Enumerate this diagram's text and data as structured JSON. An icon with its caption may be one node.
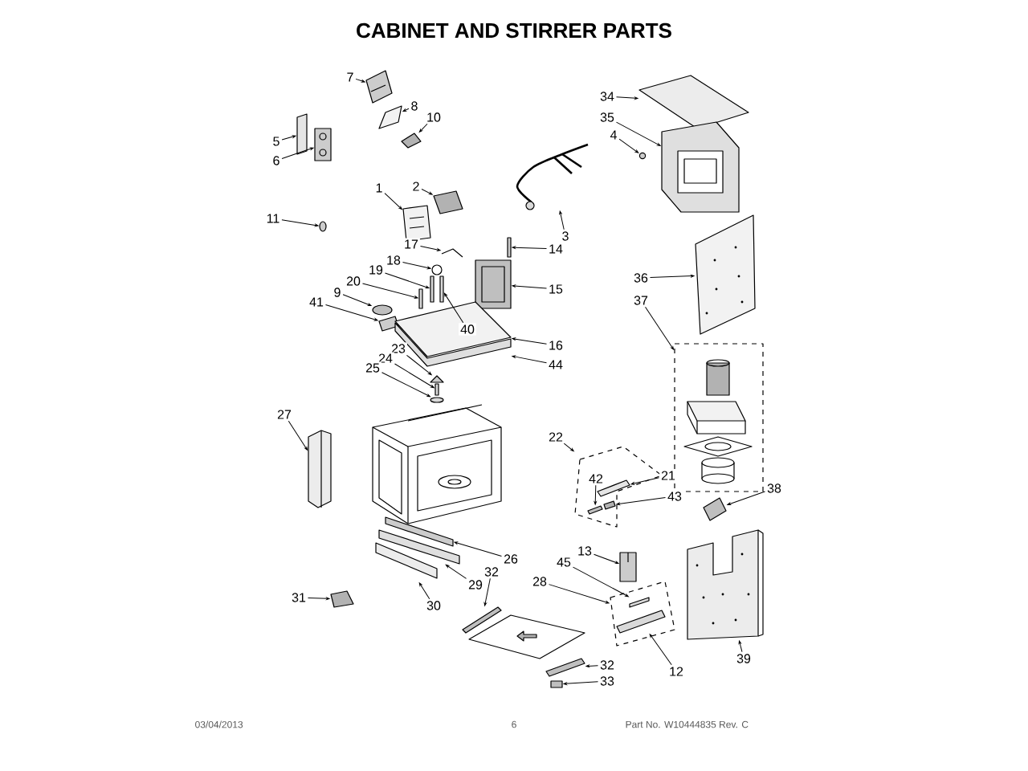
{
  "diagram": {
    "title": "CABINET AND STIRRER PARTS",
    "nodes": [
      {
        "text": [
          "7"
        ]
      },
      {
        "text": [
          "8"
        ]
      },
      {
        "text": [
          "10"
        ]
      },
      {
        "text": [
          "5"
        ]
      },
      {
        "text": [
          "6"
        ]
      },
      {
        "text": [
          "34"
        ]
      },
      {
        "text": [
          "35"
        ]
      },
      {
        "text": [
          "4"
        ]
      },
      {
        "text": [
          "1"
        ]
      },
      {
        "text": [
          "2"
        ]
      },
      {
        "text": [
          "11"
        ]
      },
      {
        "text": [
          "3"
        ]
      },
      {
        "text": [
          "17"
        ]
      },
      {
        "text": [
          "14"
        ]
      },
      {
        "text": [
          "18"
        ]
      },
      {
        "text": [
          "19"
        ]
      },
      {
        "text": [
          "20"
        ]
      },
      {
        "text": [
          "15"
        ]
      },
      {
        "text": [
          "9"
        ]
      },
      {
        "text": [
          "41"
        ]
      },
      {
        "text": [
          "40"
        ],
        "in": 69
      },
      {
        "text": [
          "36"
        ]
      },
      {
        "text": [
          "37"
        ]
      },
      {
        "text": [
          "16"
        ]
      },
      {
        "text": [
          "23"
        ]
      },
      {
        "text": [
          "44"
        ]
      },
      {
        "text": [
          "24"
        ]
      },
      {
        "text": [
          "25"
        ]
      },
      {
        "text": [
          "27"
        ]
      },
      {
        "text": [
          "22"
        ]
      },
      {
        "text": [
          "42"
        ],
        "in": 75
      },
      {
        "text": [
          "21"
        ]
      },
      {
        "text": [
          "43"
        ]
      },
      {
        "text": [
          "38"
        ]
      },
      {
        "text": [
          "26"
        ]
      },
      {
        "text": [
          "13"
        ]
      },
      {
        "text": [
          "45"
        ]
      },
      {
        "text": [
          "32"
        ]
      },
      {
        "text": [
          "28"
        ]
      },
      {
        "text": [
          "29"
        ]
      },
      {
        "text": [
          "30"
        ]
      },
      {
        "text": [
          "31"
        ]
      },
      {
        "text": [
          "12"
        ]
      },
      {
        "text": [
          "39"
        ]
      },
      {
        "text": [
          "32"
        ]
      },
      {
        "text": [
          "33"
        ]
      },
      {
        "text": [],
        "shape": "picture"
      },
      {
        "text": [],
        "shape": "picture"
      },
      {
        "text": [],
        "shape": "picture"
      },
      {
        "text": [],
        "shape": "bar"
      },
      {
        "text": [],
        "shape": "picture"
      },
      {
        "text": [],
        "shape": "picture"
      },
      {
        "text": [],
        "shape": "picture"
      },
      {
        "text": [],
        "shape": "circle"
      },
      {
        "text": [],
        "shape": "picture"
      },
      {
        "text": [],
        "shape": "picture"
      },
      {
        "text": [],
        "shape": "circle"
      },
      {
        "text": [],
        "shape": "picture"
      },
      {
        "text": [],
        "shape": "picture"
      },
      {
        "text": [],
        "shape": "bar"
      },
      {
        "text": [],
        "shape": "picture"
      },
      {
        "text": [],
        "shape": "bar"
      },
      {
        "text": [],
        "shape": "bar"
      },
      {
        "text": [],
        "shape": "picture"
      },
      {
        "text": [],
        "shape": "circle"
      },
      {
        "text": [],
        "shape": "picture"
      },
      {
        "text": [],
        "shape": "bar"
      },
      {
        "text": [],
        "shape": "picture"
      },
      {
        "text": [],
        "shape": "box"
      },
      {
        "text": [],
        "shape": "picture"
      },
      {
        "text": [],
        "shape": "picture"
      },
      {
        "text": [],
        "shape": "picture"
      },
      {
        "text": [],
        "shape": "bar"
      },
      {
        "text": [],
        "shape": "circle"
      },
      {
        "text": [],
        "shape": "picture"
      },
      {
        "text": [],
        "shape": "box"
      },
      {
        "text": [],
        "shape": "bar",
        "in": 75
      },
      {
        "text": [],
        "shape": "picture",
        "in": 75
      },
      {
        "text": [],
        "shape": "bar",
        "in": 75
      },
      {
        "text": [],
        "shape": "picture"
      },
      {
        "text": [],
        "shape": "bar"
      },
      {
        "text": [],
        "shape": "box"
      },
      {
        "text": [],
        "shape": "bar",
        "in": 84
      },
      {
        "text": [],
        "shape": "picture"
      },
      {
        "text": [],
        "shape": "box"
      },
      {
        "text": [],
        "shape": "picture"
      },
      {
        "text": [],
        "shape": "bar"
      },
      {
        "text": [],
        "shape": "picture"
      },
      {
        "text": [],
        "shape": "bar",
        "in": 84
      },
      {
        "text": [],
        "shape": "picture"
      },
      {
        "text": [],
        "shape": "picture"
      },
      {
        "text": [],
        "shape": "box"
      }
    ],
    "edges": [
      {
        "from": 0,
        "to": 46,
        "arrow": "to"
      },
      {
        "from": 1,
        "to": 47,
        "arrow": "to"
      },
      {
        "from": 2,
        "to": 48,
        "arrow": "to"
      },
      {
        "from": 3,
        "to": 49,
        "arrow": "to"
      },
      {
        "from": 4,
        "to": 50,
        "arrow": "to"
      },
      {
        "from": 5,
        "to": 51,
        "arrow": "to"
      },
      {
        "from": 6,
        "to": 52,
        "arrow": "to"
      },
      {
        "from": 7,
        "to": 53,
        "arrow": "to"
      },
      {
        "from": 8,
        "to": 54,
        "arrow": "to"
      },
      {
        "from": 9,
        "to": 55,
        "arrow": "to"
      },
      {
        "from": 10,
        "to": 56,
        "arrow": "to"
      },
      {
        "from": 11,
        "to": 57,
        "arrow": "to"
      },
      {
        "from": 12,
        "to": 58,
        "arrow": "to"
      },
      {
        "from": 13,
        "to": 59,
        "arrow": "to"
      },
      {
        "from": 14,
        "to": 60,
        "arrow": "to"
      },
      {
        "from": 15,
        "to": 61,
        "arrow": "to"
      },
      {
        "from": 16,
        "to": 62,
        "arrow": "to"
      },
      {
        "from": 17,
        "to": 63,
        "arrow": "to"
      },
      {
        "from": 18,
        "to": 64,
        "arrow": "to"
      },
      {
        "from": 19,
        "to": 65,
        "arrow": "to"
      },
      {
        "from": 20,
        "to": 66,
        "arrow": "to"
      },
      {
        "from": 21,
        "to": 67,
        "arrow": "to"
      },
      {
        "from": 22,
        "to": 68,
        "arrow": "to"
      },
      {
        "from": 23,
        "to": 69,
        "arrow": "to"
      },
      {
        "from": 24,
        "to": 70,
        "arrow": "to"
      },
      {
        "from": 25,
        "to": 71,
        "arrow": "to"
      },
      {
        "from": 26,
        "to": 72,
        "arrow": "to"
      },
      {
        "from": 27,
        "to": 73,
        "arrow": "to"
      },
      {
        "from": 28,
        "to": 74,
        "arrow": "to"
      },
      {
        "from": 29,
        "to": 75,
        "arrow": "to"
      },
      {
        "from": 30,
        "to": 76,
        "arrow": "to"
      },
      {
        "from": 31,
        "to": 77,
        "arrow": "to"
      },
      {
        "from": 32,
        "to": 78,
        "arrow": "to"
      },
      {
        "from": 33,
        "to": 79,
        "arrow": "to"
      },
      {
        "from": 34,
        "to": 80,
        "arrow": "to"
      },
      {
        "from": 35,
        "to": 81,
        "arrow": "to"
      },
      {
        "from": 36,
        "to": 82,
        "arrow": "to"
      },
      {
        "from": 37,
        "to": 83,
        "arrow": "to"
      },
      {
        "from": 38,
        "to": 84,
        "arrow": "to"
      },
      {
        "from": 39,
        "to": 85,
        "arrow": "to"
      },
      {
        "from": 40,
        "to": 86,
        "arrow": "to"
      },
      {
        "from": 41,
        "to": 87,
        "arrow": "to"
      },
      {
        "from": 42,
        "to": 88,
        "arrow": "to"
      },
      {
        "from": 43,
        "to": 89,
        "arrow": "to"
      },
      {
        "from": 44,
        "to": 90,
        "arrow": "to"
      },
      {
        "from": 45,
        "to": 91,
        "arrow": "to"
      }
    ],
    "labels": [
      "03/04/2013",
      "6",
      "Part No. W10444835 Rev. C"
    ]
  }
}
